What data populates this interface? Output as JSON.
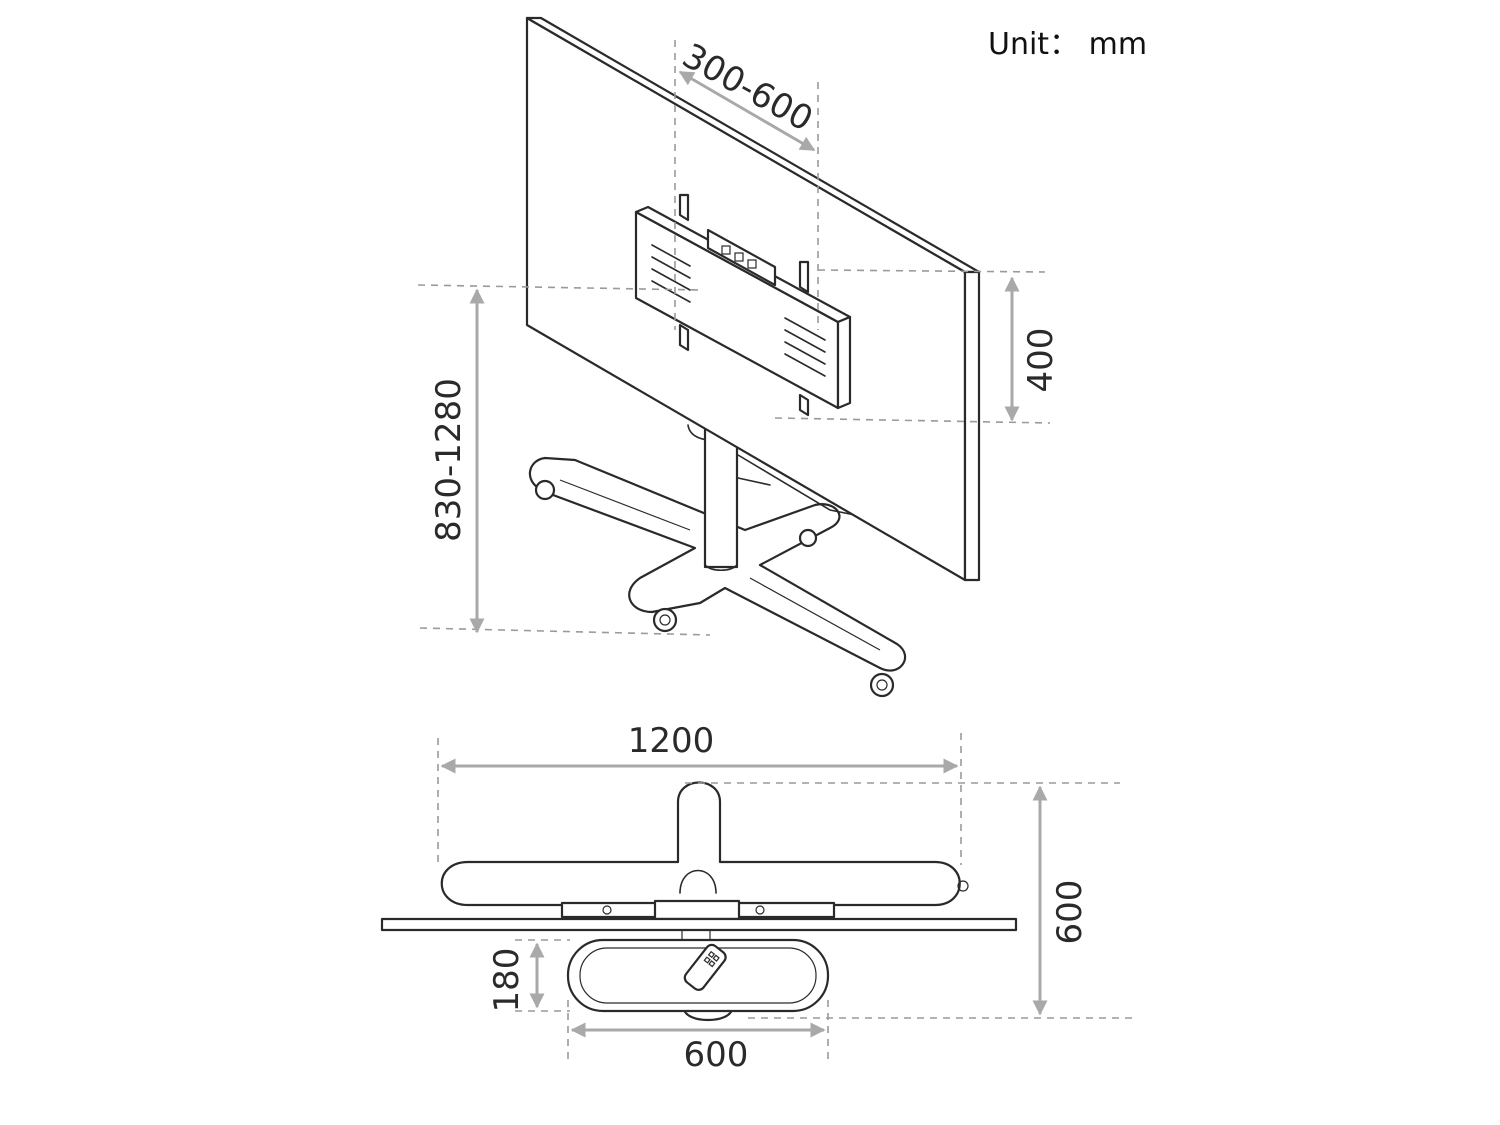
{
  "unit_label": "Unit： mm",
  "dimensions": {
    "vesa_width": "300-600",
    "vesa_height": "400",
    "height_range": "830-1280",
    "base_width": "1200",
    "base_depth": "600",
    "shelf_depth": "180",
    "shelf_width": "600"
  },
  "colors": {
    "line": "#2a2a2a",
    "dimension": "#a9a9a9",
    "extension": "#9a9a9a"
  }
}
